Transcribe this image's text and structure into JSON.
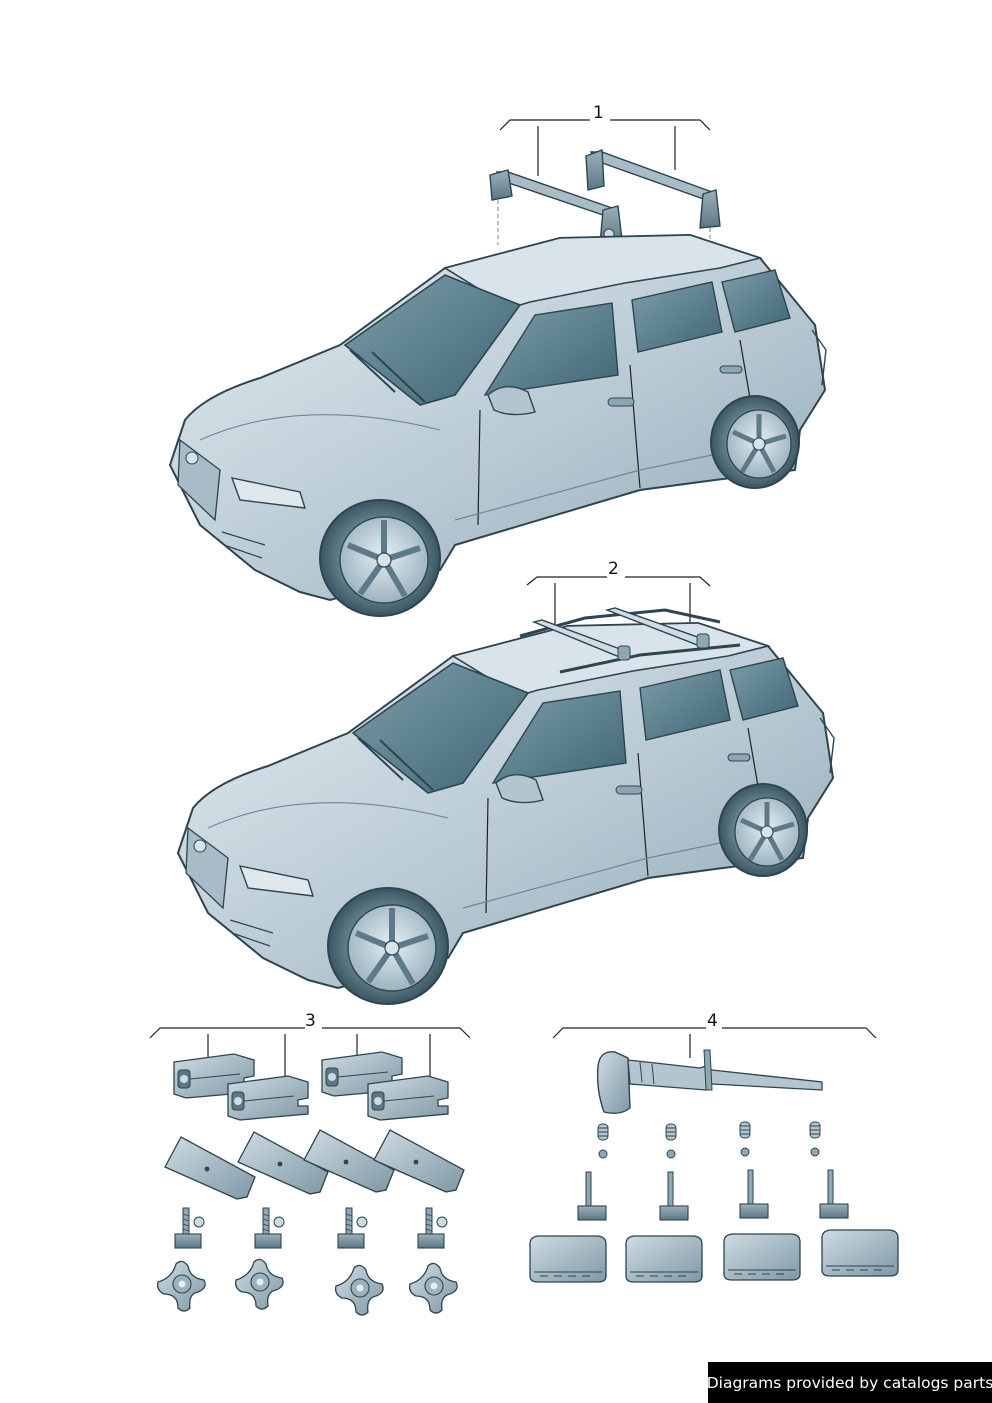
{
  "callouts": [
    {
      "number": "1"
    },
    {
      "number": "2"
    },
    {
      "number": "3"
    },
    {
      "number": "4"
    }
  ],
  "footer": {
    "text": "Diagrams provided by catalogs parts"
  },
  "colors": {
    "body": "#b8c9d3",
    "body_light": "#dbe6ec",
    "glass": "#5a7f8d",
    "outline": "#2e4450",
    "part": "#8fa6b3"
  }
}
